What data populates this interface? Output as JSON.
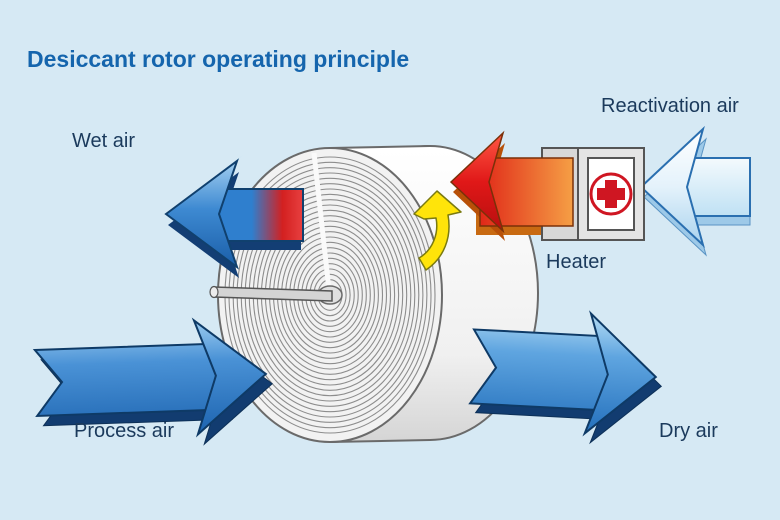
{
  "title": "Desiccant rotor operating principle",
  "diagram": {
    "labels": {
      "wet_air": "Wet air",
      "reactivation_air": "Reactivation air",
      "heater": "Heater",
      "process_air": "Process air",
      "dry_air": "Dry air"
    },
    "icons": {
      "rotation_arrow": "rotation-arrow-icon",
      "heater_plus": "heater-plus-icon"
    }
  },
  "colors": {
    "background": "#d6e9f4",
    "title_text": "#1565ad",
    "label_text": "#1b3a5c",
    "cold_air_blue": "#2f7fce",
    "pale_air_blue": "#e4f2fb",
    "hot_air_red": "#e02020",
    "hot_air_orange": "#f59f45",
    "rotation_yellow": "#ffe40a",
    "heater_red": "#cf1622",
    "rotor_body": "#f2f2f2"
  }
}
